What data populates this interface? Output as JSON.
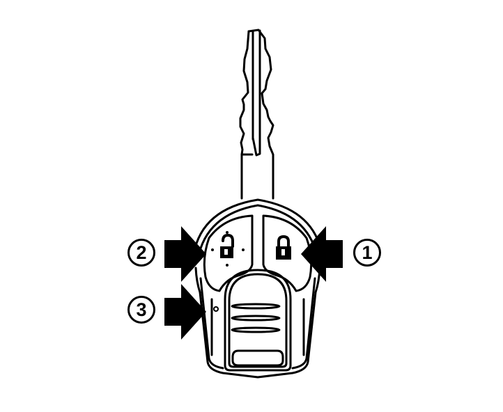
{
  "diagram": {
    "subject": "Remote keyless entry key fob",
    "colors": {
      "line": "#000000",
      "background": "#ffffff"
    },
    "buttons": [
      {
        "id": 1,
        "name": "lock-button",
        "icon": "locked-padlock-icon"
      },
      {
        "id": 2,
        "name": "unlock-button",
        "icon": "unlocked-padlock-icon"
      },
      {
        "id": 3,
        "name": "indicator-led",
        "icon": "small-circle-led"
      }
    ],
    "callouts": [
      {
        "label": "1",
        "target": "lock-button",
        "arrow_direction": "left"
      },
      {
        "label": "2",
        "target": "unlock-button",
        "arrow_direction": "right"
      },
      {
        "label": "3",
        "target": "indicator-led",
        "arrow_direction": "right"
      }
    ]
  }
}
